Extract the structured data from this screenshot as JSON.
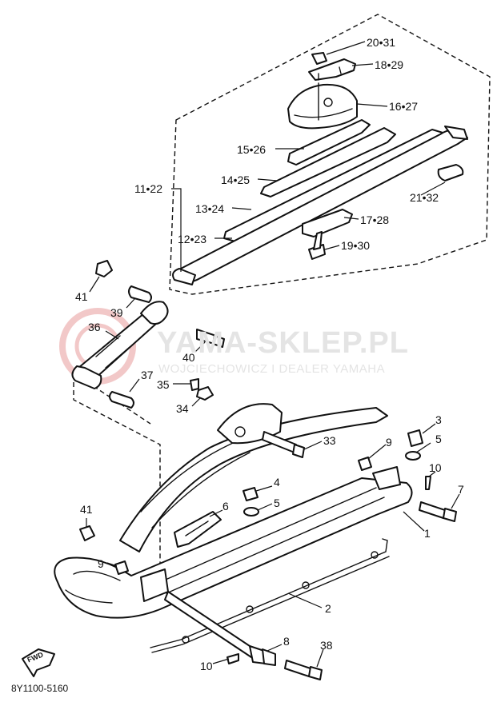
{
  "watermark": {
    "title": "YAMA-SKLEP.PL",
    "subtitle": "WOJCIECHOWICZ I DEALER YAMAHA",
    "color": "#e4e4e4"
  },
  "front_marker": {
    "text": "FWD"
  },
  "catalog_code": "8Y1100-5160",
  "callouts": {
    "c20_31": "20•31",
    "c18_29": "18•29",
    "c16_27": "16•27",
    "c15_26": "15•26",
    "c14_25": "14•25",
    "c11_22": "11•22",
    "c21_32": "21•32",
    "c13_24": "13•24",
    "c17_28": "17•28",
    "c12_23": "12•23",
    "c19_30": "19•30",
    "c41_top": "41",
    "c39": "39",
    "c36": "36",
    "c40": "40",
    "c37": "37",
    "c35": "35",
    "c34": "34",
    "c33": "33",
    "c3": "3",
    "c9_right": "9",
    "c5_right": "5",
    "c10_right": "10",
    "c7": "7",
    "c4": "4",
    "c5_mid": "5",
    "c6": "6",
    "c1": "1",
    "c41_left": "41",
    "c9_left": "9",
    "c2": "2",
    "c8": "8",
    "c38": "38",
    "c10_bottom": "10"
  }
}
